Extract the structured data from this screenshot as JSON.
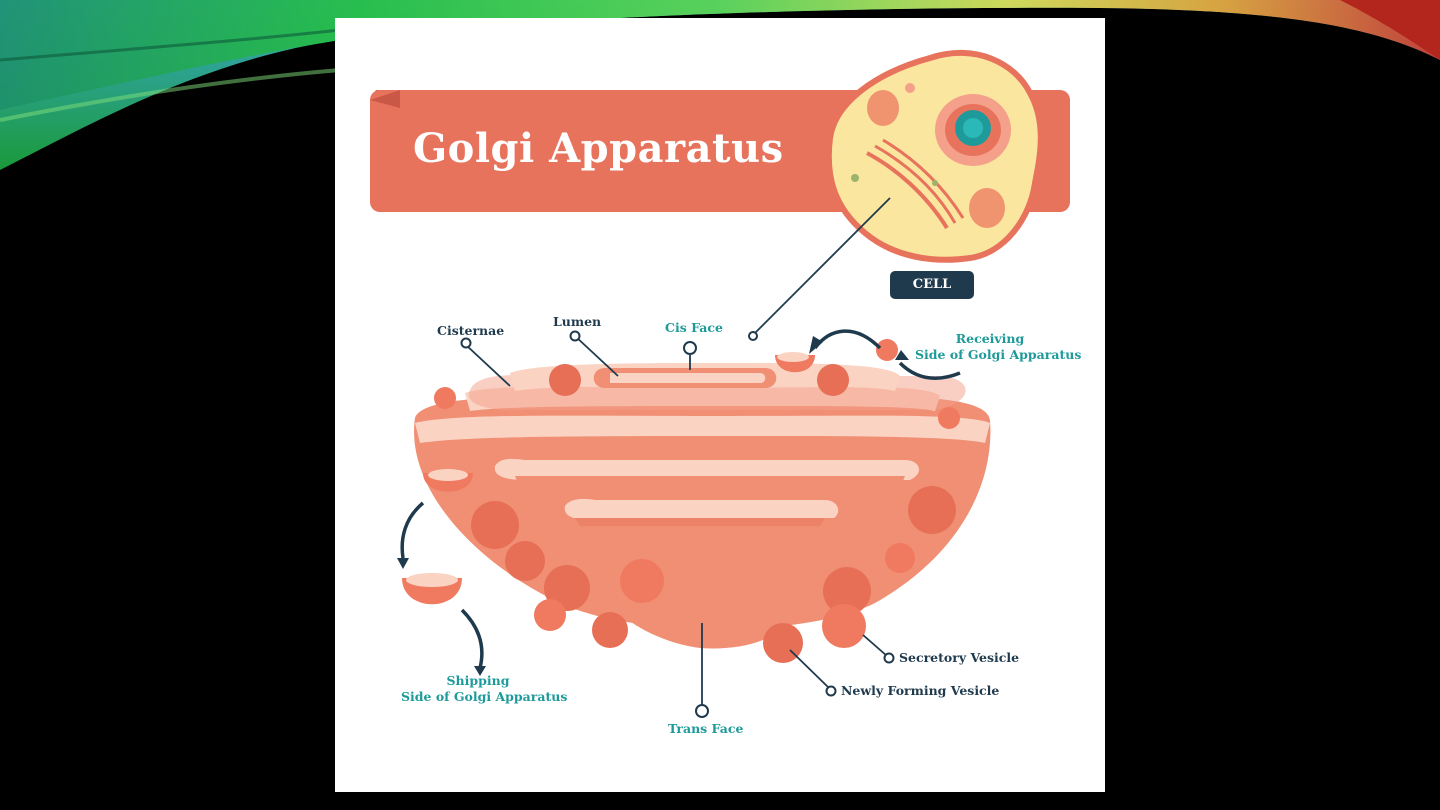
{
  "slide": {
    "title": "Golgi Apparatus",
    "cell_badge": "CELL",
    "labels": {
      "cisternae": "Cisternae",
      "lumen": "Lumen",
      "cis_face": "Cis Face",
      "receiving_line1": "Receiving",
      "receiving_line2": "Side of Golgi Apparatus",
      "shipping_line1": "Shipping",
      "shipping_line2": "Side of Golgi Apparatus",
      "trans_face": "Trans Face",
      "secretory_vesicle": "Secretory Vesicle",
      "newly_forming_vesicle": "Newly Forming Vesicle"
    }
  },
  "colors": {
    "background": "#000000",
    "banner": "#e8735d",
    "golgi_body": "#f08f73",
    "golgi_dark": "#e66f56",
    "label_dark": "#1f3a4d",
    "label_teal": "#1e9a9a"
  },
  "icons": [
    "cell-illustration-icon",
    "curved-arrow-icon",
    "vesicle-icon"
  ]
}
